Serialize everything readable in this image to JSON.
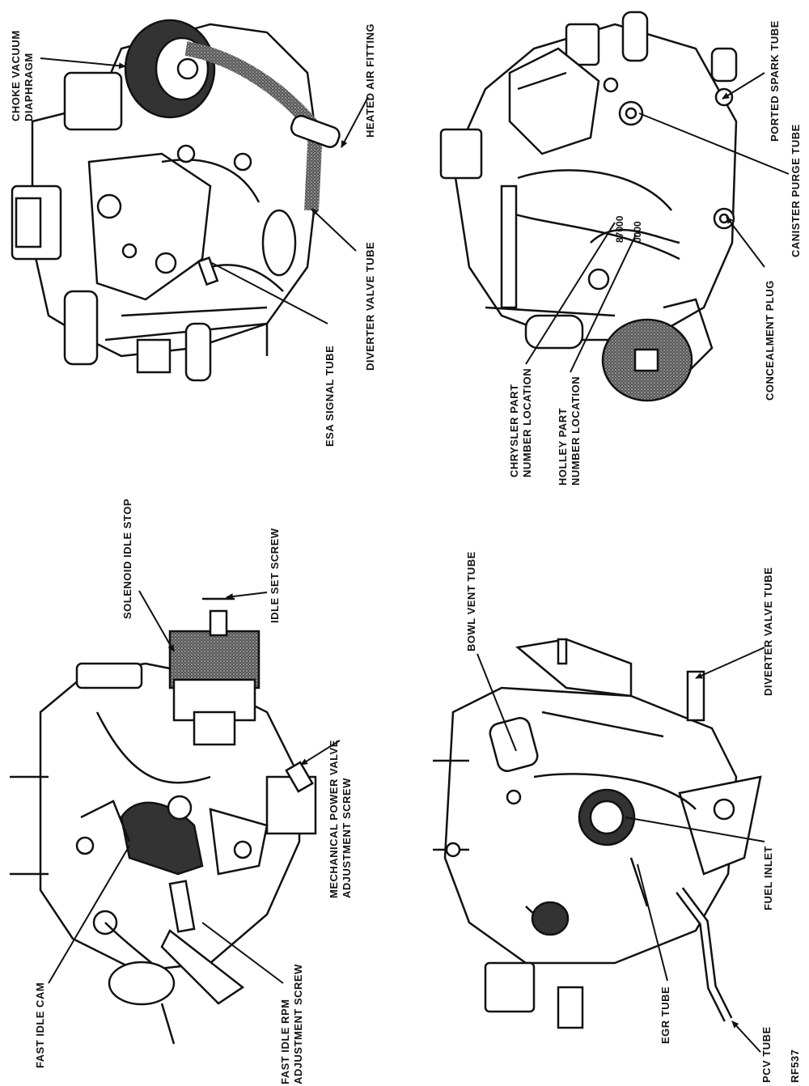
{
  "labels": {
    "choke_vacuum_diaphragm": [
      "CHOKE VACUUM",
      "DIAPHRAGM"
    ],
    "heated_air_fitting": "HEATED AIR FITTING",
    "diverter_valve_tube_top": "DIVERTER VALVE TUBE",
    "esa_signal_tube": "ESA SIGNAL TUBE",
    "ported_spark_tube": "PORTED SPARK TUBE",
    "canister_purge_tube": "CANISTER PURGE TUBE",
    "concealment_plug": "CONCEALMENT PLUG",
    "chrysler_part": [
      "CHRYSLER PART",
      "NUMBER LOCATION"
    ],
    "holley_part": [
      "HOLLEY PART",
      "NUMBER LOCATION"
    ],
    "solenoid_idle_stop": "SOLENOID IDLE STOP",
    "idle_set_screw": "IDLE SET SCREW",
    "mech_power_valve": [
      "MECHANICAL POWER VALVE",
      "ADJUSTMENT SCREW"
    ],
    "fast_idle_cam": "FAST IDLE CAM",
    "fast_idle_rpm": [
      "FAST IDLE RPM",
      "ADJUSTMENT SCREW"
    ],
    "bowl_vent_tube": "BOWL VENT TUBE",
    "diverter_valve_tube_bottom": "DIVERTER VALVE TUBE",
    "fuel_inlet": "FUEL INLET",
    "egr_tube": "EGR TUBE",
    "pcv_tube": "PCV TUBE",
    "figure_code": "RF537"
  },
  "stamped": {
    "part_number_1": "87000",
    "part_number_2": "0000"
  }
}
